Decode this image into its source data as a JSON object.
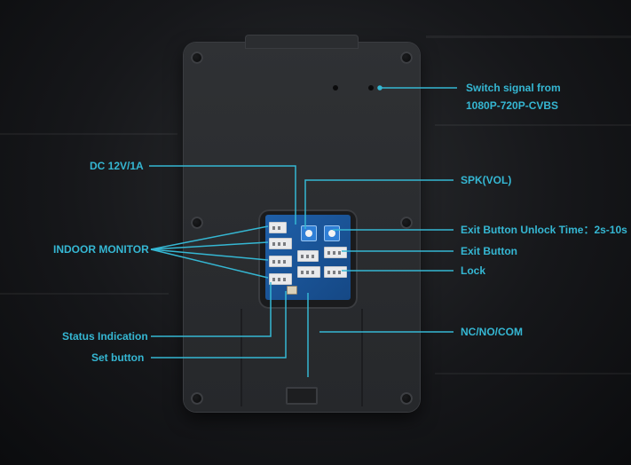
{
  "labels": {
    "switch_signal_line1": "Switch signal from",
    "switch_signal_line2": "1080P-720P-CVBS",
    "dc": "DC 12V/1A",
    "spk": "SPK(VOL)",
    "exit_unlock_time": "Exit Button Unlock Time：2s-10s",
    "exit_button": "Exit Button",
    "lock": "Lock",
    "indoor_monitor": "INDOOR MONITOR",
    "nc_no_com": "NC/NO/COM",
    "status_indication": "Status Indication",
    "set_button": "Set button"
  },
  "colors": {
    "accent": "#35b7d3",
    "pcb": "#1f5fa8",
    "device": "#2b2d30"
  }
}
